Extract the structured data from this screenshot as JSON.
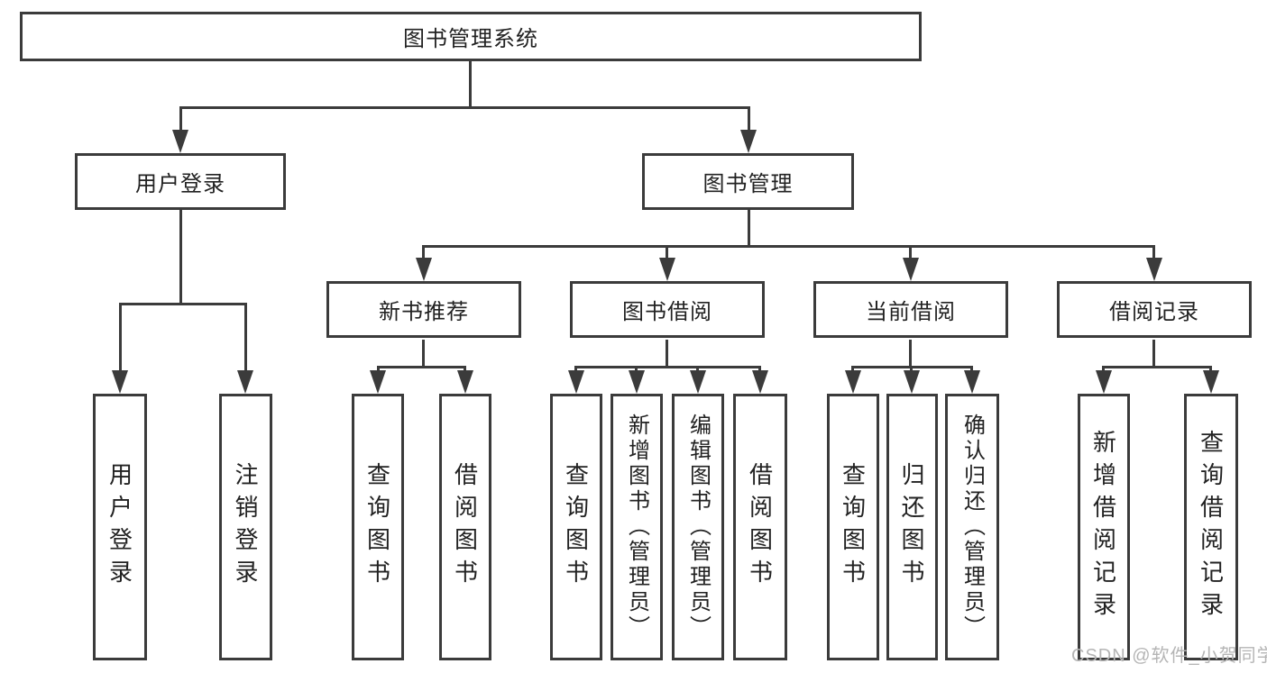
{
  "watermark": "CSDN @软件_小贺同学",
  "colors": {
    "line": "#3b3b3b",
    "text": "#222222",
    "background": "#ffffff",
    "watermark_text": "#b5b5b5"
  },
  "tree": {
    "root": "图书管理系统",
    "children": [
      {
        "label": "用户登录",
        "children": [
          "用户登录",
          "注销登录"
        ]
      },
      {
        "label": "图书管理",
        "children": [
          {
            "label": "新书推荐",
            "children": [
              "查询图书",
              "借阅图书"
            ]
          },
          {
            "label": "图书借阅",
            "children": [
              "查询图书",
              "新增图书（管理员）",
              "编辑图书（管理员）",
              "借阅图书"
            ]
          },
          {
            "label": "当前借阅",
            "children": [
              "查询图书",
              "归还图书",
              "确认归还（管理员）"
            ]
          },
          {
            "label": "借阅记录",
            "children": [
              "新增借阅记录",
              "查询借阅记录"
            ]
          }
        ]
      }
    ]
  }
}
